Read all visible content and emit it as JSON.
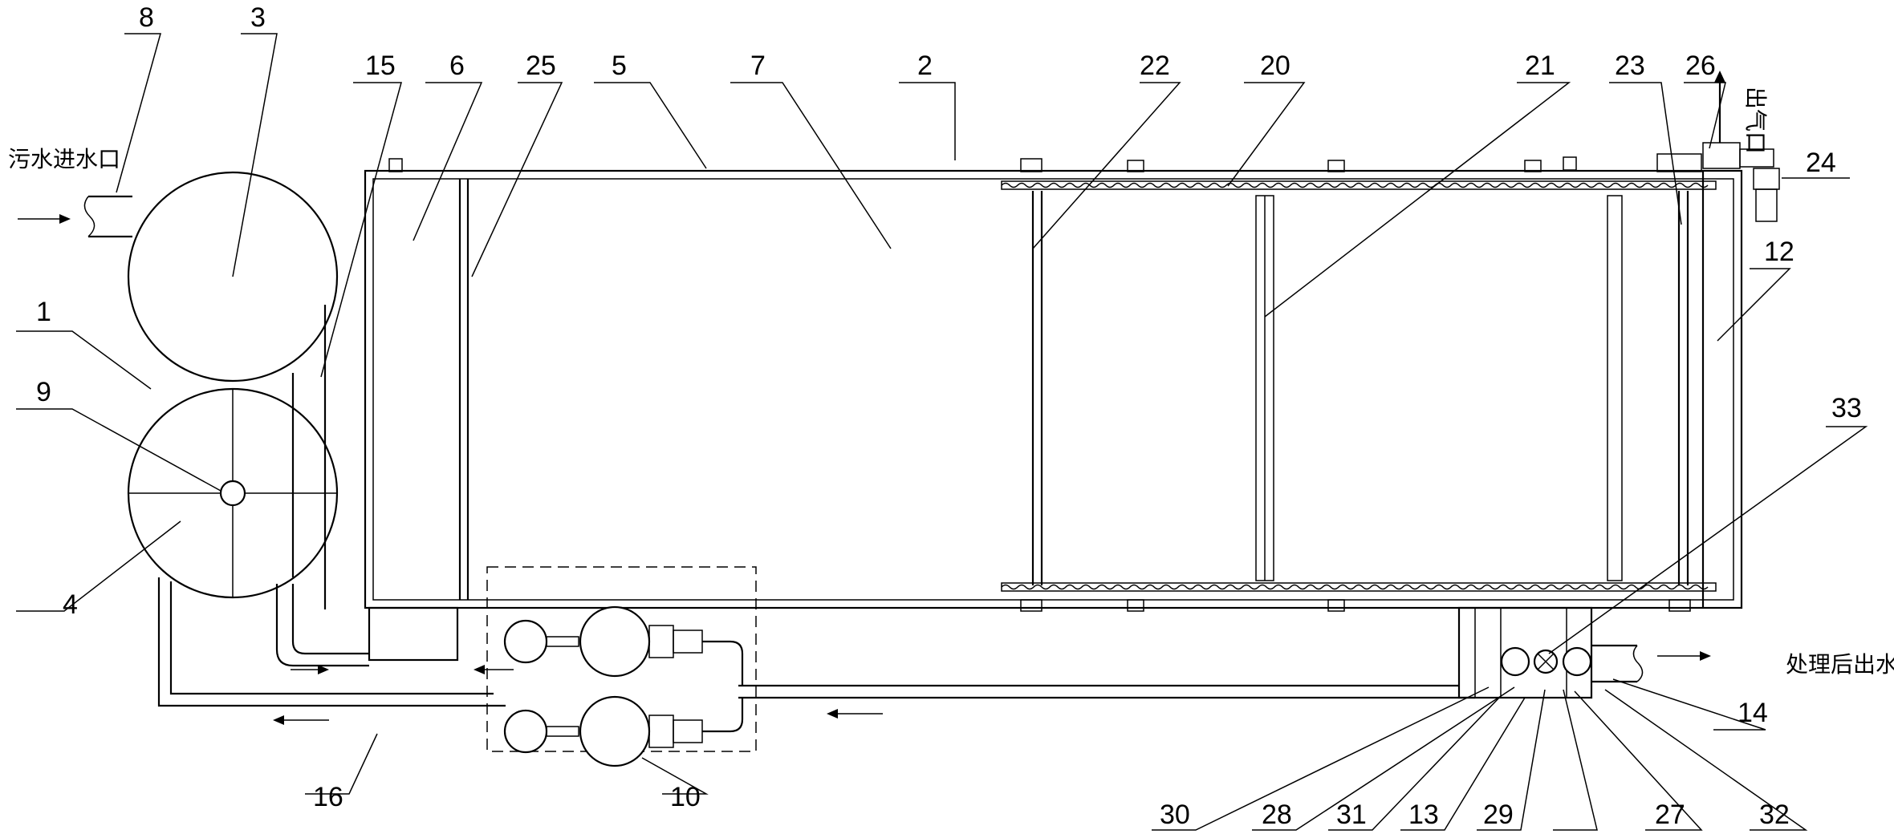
{
  "labels": {
    "inlet": "污水进水口",
    "outlet": "处理后出水口",
    "exhaust": "出气口"
  },
  "callouts": {
    "c1": "1",
    "c2": "2",
    "c3": "3",
    "c4": "4",
    "c5": "5",
    "c6": "6",
    "c7": "7",
    "c8": "8",
    "c9": "9",
    "c10": "10",
    "c12": "12",
    "c13": "13",
    "c14": "14",
    "c15": "15",
    "c16": "16",
    "c20": "20",
    "c21": "21",
    "c22": "22",
    "c23": "23",
    "c24": "24",
    "c25": "25",
    "c26": "26",
    "c27": "27",
    "c28": "28",
    "c29": "29",
    "c30": "30",
    "c31": "31",
    "c32": "32",
    "c33": "33"
  }
}
